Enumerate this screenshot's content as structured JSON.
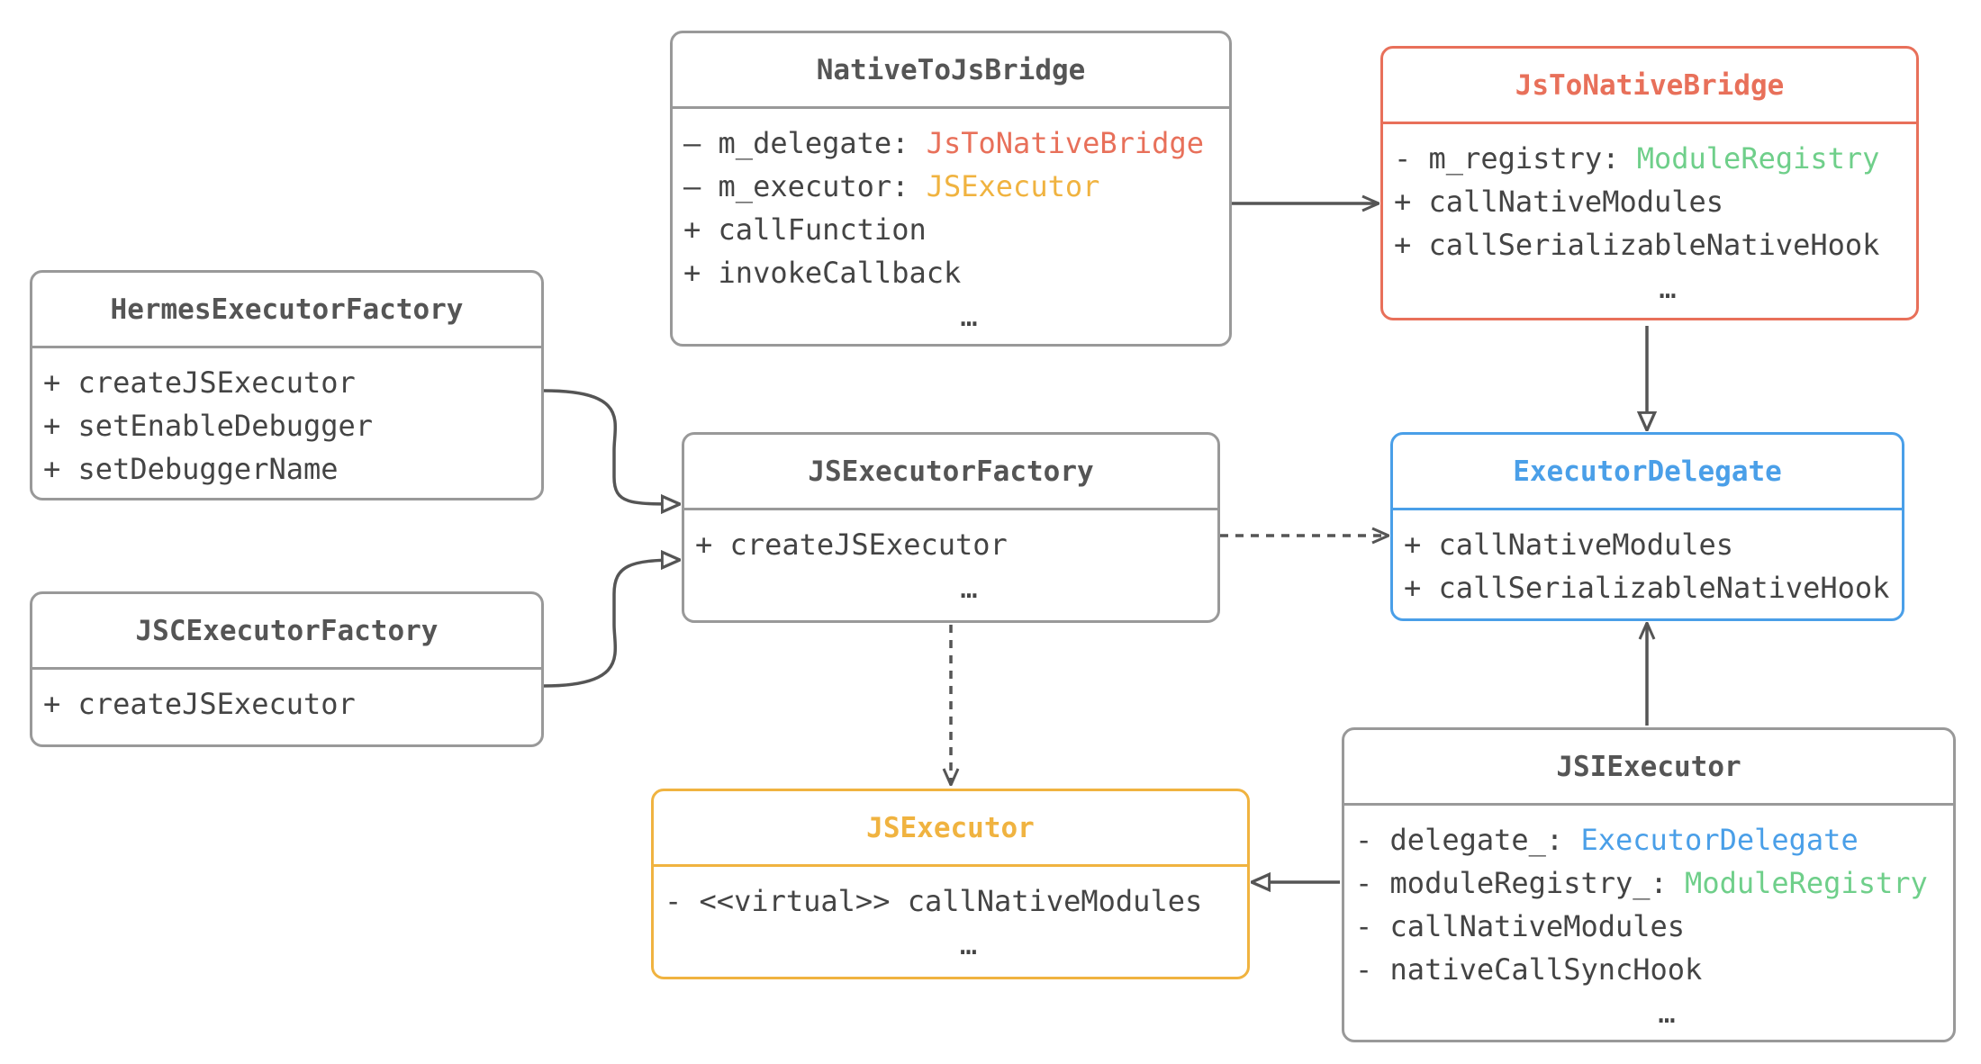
{
  "colors": {
    "gray": "#999999",
    "red": "#e8705a",
    "blue": "#4a9fe8",
    "yellow": "#f0b340",
    "green": "#6fcf8a",
    "arrow": "#555555"
  },
  "native_to_js_bridge": {
    "title": "NativeToJsBridge",
    "m_delegate_prefix": "– m_delegate: ",
    "m_delegate_type": "JsToNativeBridge",
    "m_executor_prefix": "– m_executor: ",
    "m_executor_type": "JSExecutor",
    "call_function": "+ callFunction",
    "invoke_callback": "+ invokeCallback",
    "ellipsis": "…"
  },
  "js_to_native_bridge": {
    "title": "JsToNativeBridge",
    "m_registry_prefix": "- m_registry: ",
    "m_registry_type": "ModuleRegistry",
    "call_native_modules": "+ callNativeModules",
    "call_serializable_native_hook": "+ callSerializableNativeHook",
    "ellipsis": "…"
  },
  "hermes_executor_factory": {
    "title": "HermesExecutorFactory",
    "create_js_executor": "+ createJSExecutor",
    "set_enable_debugger": "+ setEnableDebugger",
    "set_debugger_name": "+ setDebuggerName"
  },
  "jsc_executor_factory": {
    "title": "JSCExecutorFactory",
    "create_js_executor": "+ createJSExecutor"
  },
  "js_executor_factory": {
    "title": "JSExecutorFactory",
    "create_js_executor": "+ createJSExecutor",
    "ellipsis": "…"
  },
  "executor_delegate": {
    "title": "ExecutorDelegate",
    "call_native_modules": "+ callNativeModules",
    "call_serializable_native_hook": "+ callSerializableNativeHook"
  },
  "js_executor": {
    "title": "JSExecutor",
    "call_native_modules": "- <<virtual>> callNativeModules",
    "ellipsis": "…"
  },
  "jsi_executor": {
    "title": "JSIExecutor",
    "delegate_prefix": "- delegate_: ",
    "delegate_type": "ExecutorDelegate",
    "module_registry_prefix": "- moduleRegistry_: ",
    "module_registry_type": "ModuleRegistry",
    "call_native_modules": "- callNativeModules",
    "native_call_sync_hook": "- nativeCallSyncHook",
    "ellipsis": "…"
  }
}
